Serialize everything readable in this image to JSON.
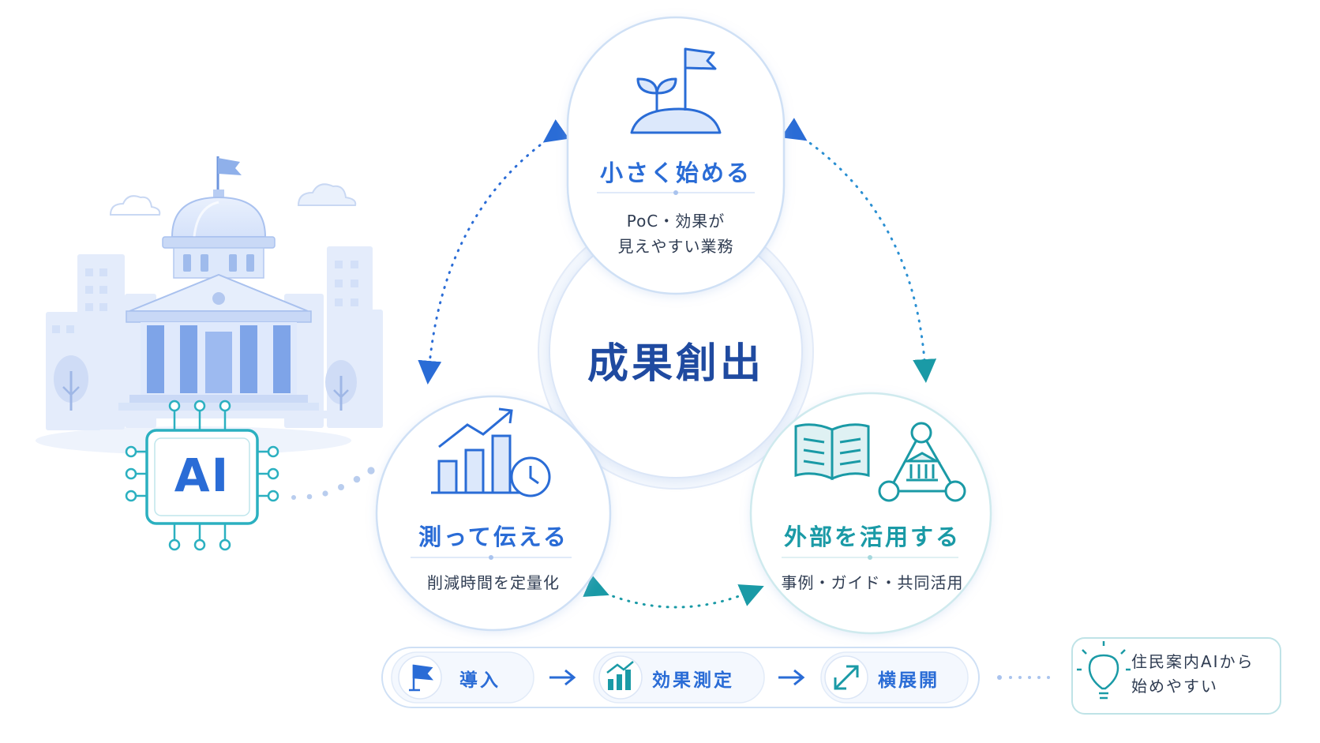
{
  "center": {
    "title": "成果創出"
  },
  "nodes": {
    "top": {
      "title": "小さく始める",
      "line1": "PoC・効果が",
      "line2": "見えやすい業務"
    },
    "left": {
      "title": "測って伝える",
      "subtitle": "削減時間を定量化"
    },
    "right": {
      "title": "外部を活用する",
      "subtitle": "事例・ガイド・共同活用"
    }
  },
  "ai_chip": {
    "label": "AI"
  },
  "steps": [
    {
      "label": "導入",
      "icon": "flag-icon"
    },
    {
      "label": "効果測定",
      "icon": "bar-chart-icon"
    },
    {
      "label": "横展開",
      "icon": "expand-arrows-icon"
    }
  ],
  "note": {
    "line1": "住民案内AIから",
    "line2": "始めやすい",
    "icon": "lightbulb-icon"
  },
  "colors": {
    "blue": "#2a6cd6",
    "navy": "#1f4aa0",
    "teal": "#1a9aa6",
    "border": "#cfe0f5",
    "pale": "#dce8fb"
  }
}
